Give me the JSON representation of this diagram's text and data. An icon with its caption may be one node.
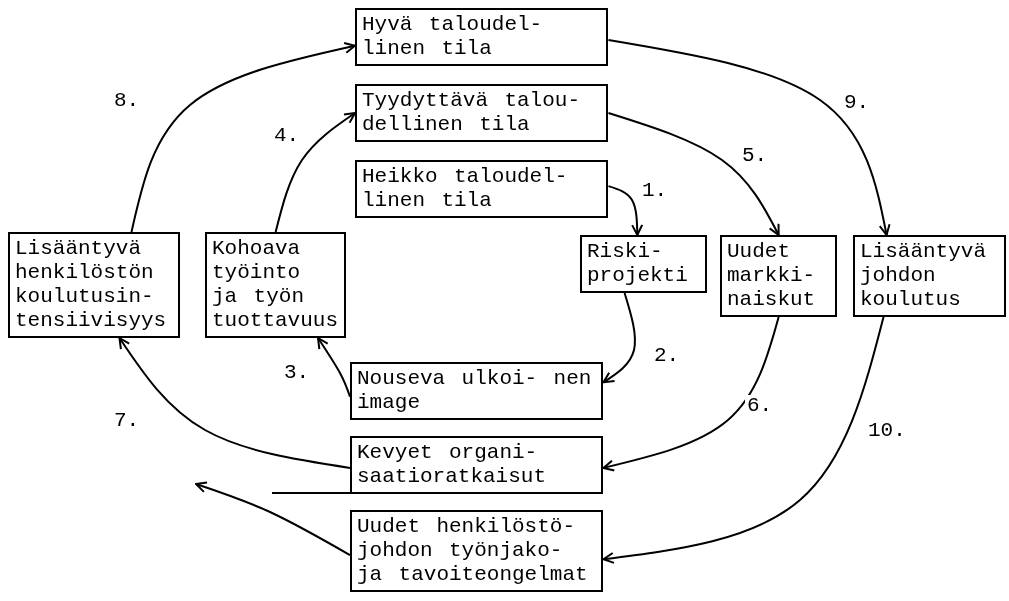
{
  "diagram": {
    "nodes": [
      {
        "text": [
          "Hyvä taloudel- linen tila"
        ]
      },
      {
        "text": [
          "Tyydyttävä talou- dellinen tila"
        ]
      },
      {
        "text": [
          "Heikko taloudel- linen tila"
        ]
      },
      {
        "text": [
          "Lisääntyvä henkilöstön koulutusin- tensiivisyys"
        ]
      },
      {
        "text": [
          "Kohoava työinto ja työn tuottavuus"
        ]
      },
      {
        "text": [
          "Riski- projekti"
        ]
      },
      {
        "text": [
          "Uudet markki- naiskut"
        ]
      },
      {
        "text": [
          "Lisääntyvä johdon koulutus"
        ]
      },
      {
        "text": [
          "Nouseva ulkoi- nen image"
        ]
      },
      {
        "text": [
          "Kevyet organi- saatioratkaisut"
        ]
      },
      {
        "text": [
          "Uudet henkilöstö- johdon työnjako- ja tavoiteongelmat"
        ]
      }
    ],
    "edges": [
      {
        "from": 2,
        "to": 5,
        "arrow": "to",
        "label": "1."
      },
      {
        "from": 5,
        "to": 8,
        "arrow": "to",
        "label": "2."
      },
      {
        "from": 8,
        "to": 4,
        "arrow": "to",
        "label": "3."
      },
      {
        "from": 4,
        "to": 1,
        "arrow": "to",
        "label": "4."
      },
      {
        "from": 1,
        "to": 6,
        "arrow": "to",
        "label": "5."
      },
      {
        "from": 6,
        "to": 9,
        "arrow": "to",
        "label": "6."
      },
      {
        "from": 9,
        "to": 3,
        "arrow": "to",
        "label": "7."
      },
      {
        "from": 3,
        "to": 0,
        "arrow": "to",
        "label": "8."
      },
      {
        "from": 0,
        "to": 7,
        "arrow": "to",
        "label": "9."
      },
      {
        "from": 7,
        "to": 10,
        "arrow": "to",
        "label": "10."
      },
      {
        "from": 10,
        "to": null,
        "arrow": "to"
      }
    ]
  }
}
